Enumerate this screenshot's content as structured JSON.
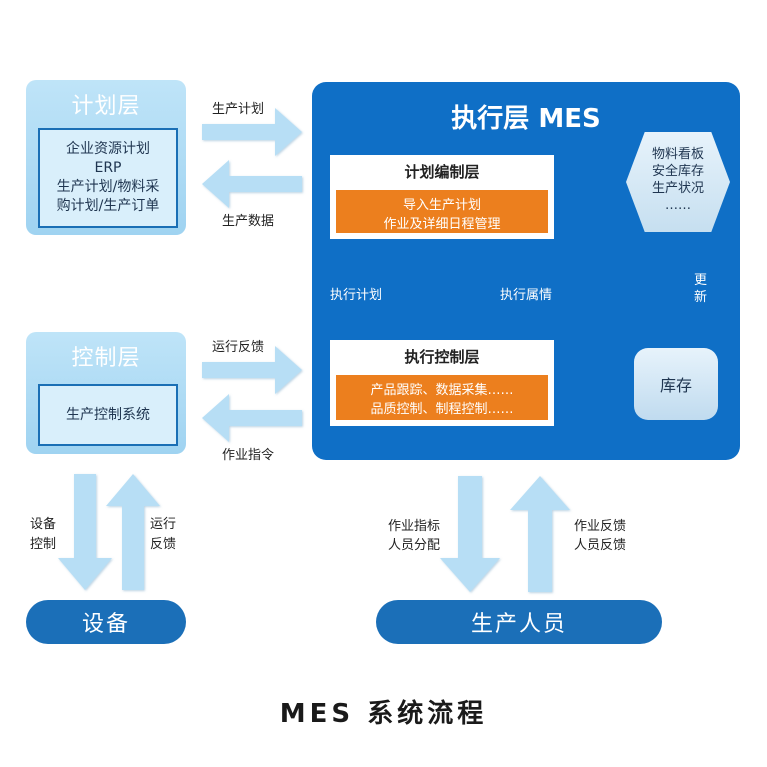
{
  "planning_layer": {
    "title": "计划层",
    "content": "企业资源计划\nERP\n生产计划/物料采\n购计划/生产订单"
  },
  "control_layer": {
    "title": "控制层",
    "content": "生产控制系统"
  },
  "execution_layer": {
    "title": "执行层 MES",
    "plan_card": {
      "title": "计划编制层",
      "content": "导入生产计划\n作业及详细日程管理"
    },
    "control_card": {
      "title": "执行控制层",
      "content": "产品跟踪、数据采集……\n品质控制、制程控制……"
    },
    "kanban": "物料看板\n安全库存\n生产状况\n……",
    "inventory": "库存",
    "update_label": "更\n新",
    "exec_plan_label": "执行计划",
    "exec_status_label": "执行属情"
  },
  "flows": {
    "production_plan": "生产计划",
    "production_data": "生产数据",
    "run_feedback": "运行反馈",
    "work_order": "作业指令",
    "equipment_control": "设备\n控制",
    "run_feedback_v": "运行\n反馈",
    "work_index": "作业指标\n人员分配",
    "work_feedback": "作业反馈\n人员反馈"
  },
  "equipment": "设备",
  "personnel": "生产人员",
  "caption": "MES 系统流程",
  "colors": {
    "arrow": "#b7def5",
    "exec_blue": "#0f6fc6",
    "orange": "#ec7f1e",
    "pill_blue": "#1b6fb8"
  }
}
